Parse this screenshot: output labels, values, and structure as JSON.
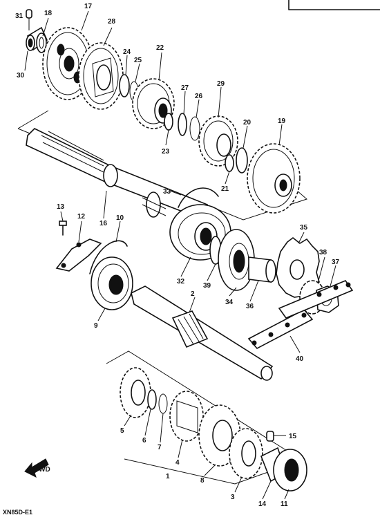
{
  "diagram": {
    "parts": [
      {
        "id": "p31",
        "label": "31"
      },
      {
        "id": "p18",
        "label": "18"
      },
      {
        "id": "p17",
        "label": "17"
      },
      {
        "id": "p28",
        "label": "28"
      },
      {
        "id": "p30",
        "label": "30"
      },
      {
        "id": "p24",
        "label": "24"
      },
      {
        "id": "p25",
        "label": "25"
      },
      {
        "id": "p22",
        "label": "22"
      },
      {
        "id": "p27",
        "label": "27"
      },
      {
        "id": "p26",
        "label": "26"
      },
      {
        "id": "p29",
        "label": "29"
      },
      {
        "id": "p20",
        "label": "20"
      },
      {
        "id": "p19",
        "label": "19"
      },
      {
        "id": "p23",
        "label": "23"
      },
      {
        "id": "p21",
        "label": "21"
      },
      {
        "id": "p33",
        "label": "33"
      },
      {
        "id": "p13",
        "label": "13"
      },
      {
        "id": "p12",
        "label": "12"
      },
      {
        "id": "p16",
        "label": "16"
      },
      {
        "id": "p10",
        "label": "10"
      },
      {
        "id": "p35",
        "label": "35"
      },
      {
        "id": "p38",
        "label": "38"
      },
      {
        "id": "p37",
        "label": "37"
      },
      {
        "id": "p32",
        "label": "32"
      },
      {
        "id": "p39",
        "label": "39"
      },
      {
        "id": "p34",
        "label": "34"
      },
      {
        "id": "p36",
        "label": "36"
      },
      {
        "id": "p2",
        "label": "2"
      },
      {
        "id": "p9",
        "label": "9"
      },
      {
        "id": "p40",
        "label": "40"
      },
      {
        "id": "p5",
        "label": "5"
      },
      {
        "id": "p6",
        "label": "6"
      },
      {
        "id": "p7",
        "label": "7"
      },
      {
        "id": "p4",
        "label": "4"
      },
      {
        "id": "p8",
        "label": "8"
      },
      {
        "id": "p15",
        "label": "15"
      },
      {
        "id": "p1",
        "label": "1"
      },
      {
        "id": "p3",
        "label": "3"
      },
      {
        "id": "p14",
        "label": "14"
      },
      {
        "id": "p11",
        "label": "11"
      }
    ],
    "front_marker": "FWD",
    "footer_code": "XN85D-E1"
  }
}
